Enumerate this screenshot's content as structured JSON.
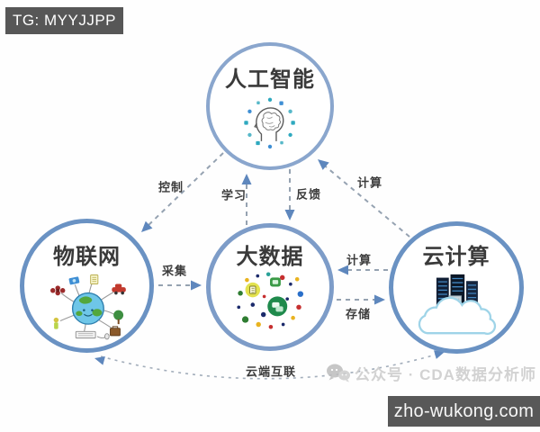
{
  "banner": {
    "text": "TG: MYYJJPP",
    "bg": "#575757"
  },
  "nodes": {
    "ai": {
      "label": "人工智能",
      "icon": "ai-brain-icon"
    },
    "iot": {
      "label": "物联网",
      "icon": "iot-globe-icon"
    },
    "bigdata": {
      "label": "大数据",
      "icon": "bigdata-dots-icon"
    },
    "cloud": {
      "label": "云计算",
      "icon": "cloud-servers-icon"
    }
  },
  "edges": {
    "control": {
      "label": "控制",
      "from": "人工智能",
      "to": "物联网",
      "style": "dashed-arrow"
    },
    "learn": {
      "label": "学习",
      "from": "大数据",
      "to": "人工智能",
      "style": "dashed-arrow"
    },
    "feedback": {
      "label": "反馈",
      "from": "人工智能",
      "to": "大数据",
      "style": "dashed-arrow"
    },
    "compute_ai": {
      "label": "计算",
      "from": "云计算",
      "to": "人工智能",
      "style": "dashed-arrow"
    },
    "collect": {
      "label": "采集",
      "from": "物联网",
      "to": "大数据",
      "style": "dashed-arrow"
    },
    "compute_cloud": {
      "label": "计算",
      "from": "云计算",
      "to": "大数据",
      "style": "dashed-arrow"
    },
    "store": {
      "label": "存储",
      "from": "大数据",
      "to": "云计算",
      "style": "dashed-arrow"
    },
    "interconnect": {
      "label": "云端互联",
      "from": "物联网",
      "to": "云计算",
      "style": "dashed-arc",
      "bidirectional": true
    }
  },
  "watermark": {
    "icon": "wechat-icon",
    "text": "公众号 · CDA数据分析师"
  },
  "footer_badge": {
    "text": "zho-wukong.com",
    "bg": "#585858"
  },
  "colors": {
    "circle_border": "#7496c5",
    "arrowhead": "#5e87bd",
    "dash_line": "#95a2b1",
    "label_text": "#3c3c3c",
    "banner_bg": "#575757"
  }
}
